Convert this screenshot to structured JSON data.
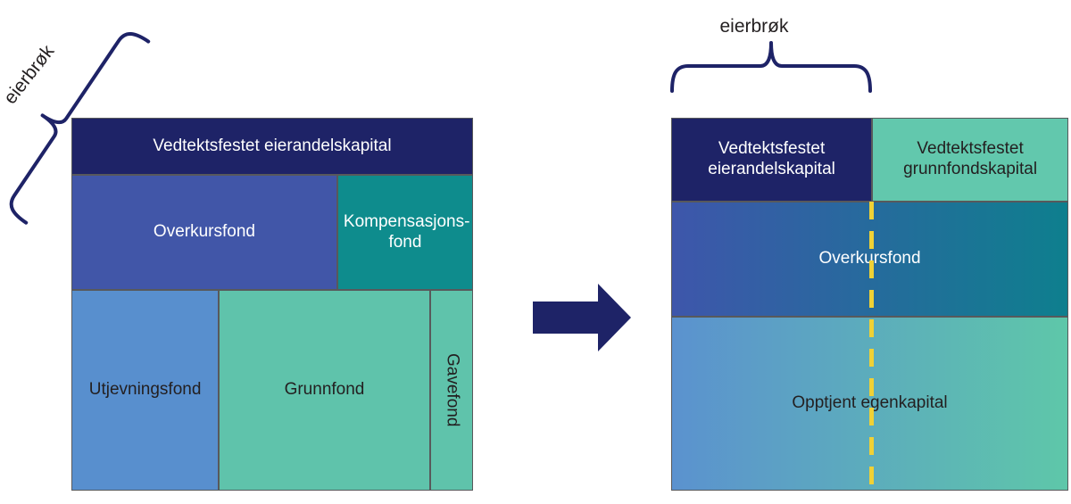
{
  "colors": {
    "navy": "#1e2367",
    "indigo": "#4156a8",
    "teal": "#0e8c8d",
    "blue": "#588fce",
    "seafoam": "#5fc3ab",
    "seafoam_light": "#62c8ad",
    "gradient_overkursfond": [
      "#3e56ab",
      "#0e7f8e"
    ],
    "gradient_opptjent": [
      "#5b92cf",
      "#5ec7a9"
    ],
    "dash_yellow": "#f0d135",
    "border_gray": "#58595b",
    "text_dark": "#231f20",
    "text_light": "#ffffff"
  },
  "left_diagram": {
    "brace_label": "eierbrøk",
    "row1": {
      "label": "Vedtektsfestet eierandelskapital"
    },
    "row2": {
      "overkursfond": "Overkursfond",
      "kompensasjonsfond": "Kompensasjons-fond"
    },
    "row3": {
      "utjevningsfond": "Utjevningsfond",
      "grunnfond": "Grunnfond",
      "gavefond": "Gavefond"
    }
  },
  "right_diagram": {
    "brace_label": "eierbrøk",
    "row1": {
      "eierandelskapital": "Vedtektsfestet eierandelskapital",
      "grunnfondskapital": "Vedtektsfestet grunnfondskapital"
    },
    "row2": {
      "label": "Overkursfond"
    },
    "row3": {
      "label": "Opptjent egenkapital"
    }
  }
}
